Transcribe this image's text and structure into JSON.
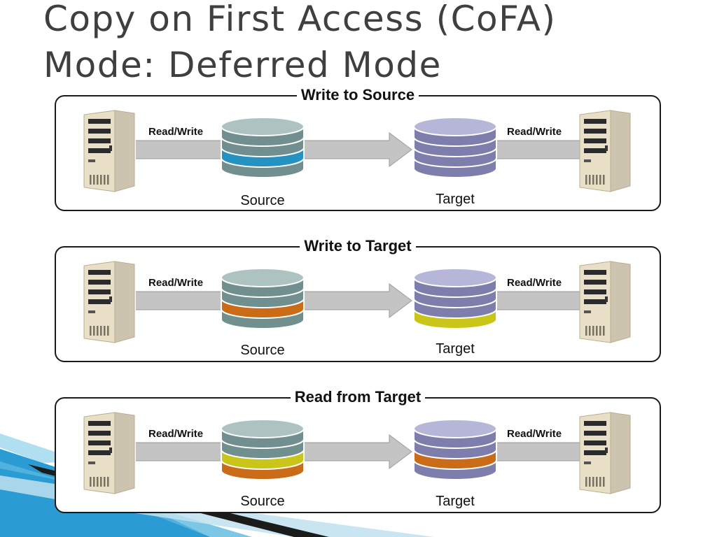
{
  "title": "Copy on First Access (CoFA)\nMode: Deferred Mode",
  "panels": [
    {
      "title": "Write to Source",
      "left_label": "Read/Write",
      "right_label": "Read/Write",
      "source_label": "Source",
      "target_label": "Target",
      "source_highlight": "blue",
      "target_highlight": "none"
    },
    {
      "title": "Write to Target",
      "left_label": "Read/Write",
      "right_label": "Read/Write",
      "source_label": "Source",
      "target_label": "Target",
      "source_highlight": "orange",
      "target_highlight": "yellow"
    },
    {
      "title": "Read from Target",
      "left_label": "Read/Write",
      "right_label": "Read/Write",
      "source_label": "Source",
      "target_label": "Target",
      "source_highlight": "yellow-orange",
      "target_highlight": "orange"
    }
  ],
  "colors": {
    "source_disk": "#7fa3a1",
    "target_disk": "#8f8fc4",
    "highlight_blue": "#2aa6dc",
    "highlight_orange": "#e57a1a",
    "highlight_yellow": "#e5e01c",
    "arrow": "#c4c4c4",
    "server_body": "#e8dfc6",
    "corner_blue": "#2a9bd3",
    "corner_dark": "#1b1b1b"
  },
  "icons": [
    "server-icon",
    "database-icon",
    "arrow-icon"
  ]
}
